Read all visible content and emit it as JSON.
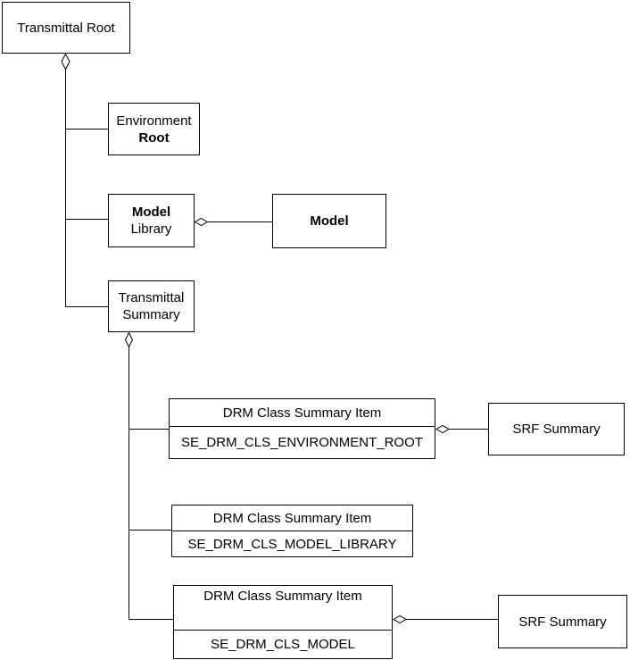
{
  "diagram": {
    "colors": {
      "background": "#ffffff",
      "line": "#000000",
      "node_fill": "#ffffff",
      "text": "#000000"
    },
    "nodes": {
      "transmittal_root": {
        "label": "Transmittal Root"
      },
      "environment_root": {
        "line1": "Environment",
        "line2": "Root"
      },
      "model_library": {
        "line1": "Model",
        "line2": "Library"
      },
      "model": {
        "label": "Model"
      },
      "transmittal_summary": {
        "line1": "Transmittal",
        "line2": "Summary"
      },
      "drm_class_summary_item_1": {
        "header": "DRM Class Summary Item",
        "value": "SE_DRM_CLS_ENVIRONMENT_ROOT"
      },
      "srf_summary_1": {
        "label": "SRF Summary"
      },
      "drm_class_summary_item_2": {
        "header": "DRM Class Summary Item",
        "value": "SE_DRM_CLS_MODEL_LIBRARY"
      },
      "drm_class_summary_item_3": {
        "header": "DRM Class Summary Item",
        "value": "SE_DRM_CLS_MODEL"
      },
      "srf_summary_2": {
        "label": "SRF Summary"
      }
    },
    "edges": [
      {
        "from": "transmittal_root",
        "to": "environment_root",
        "type": "aggregation"
      },
      {
        "from": "transmittal_root",
        "to": "model_library",
        "type": "aggregation"
      },
      {
        "from": "transmittal_root",
        "to": "transmittal_summary",
        "type": "aggregation"
      },
      {
        "from": "model_library",
        "to": "model",
        "type": "aggregation"
      },
      {
        "from": "transmittal_summary",
        "to": "drm_class_summary_item_1",
        "type": "aggregation"
      },
      {
        "from": "transmittal_summary",
        "to": "drm_class_summary_item_2",
        "type": "aggregation"
      },
      {
        "from": "transmittal_summary",
        "to": "drm_class_summary_item_3",
        "type": "aggregation"
      },
      {
        "from": "drm_class_summary_item_1",
        "to": "srf_summary_1",
        "type": "aggregation"
      },
      {
        "from": "drm_class_summary_item_3",
        "to": "srf_summary_2",
        "type": "aggregation"
      }
    ]
  }
}
